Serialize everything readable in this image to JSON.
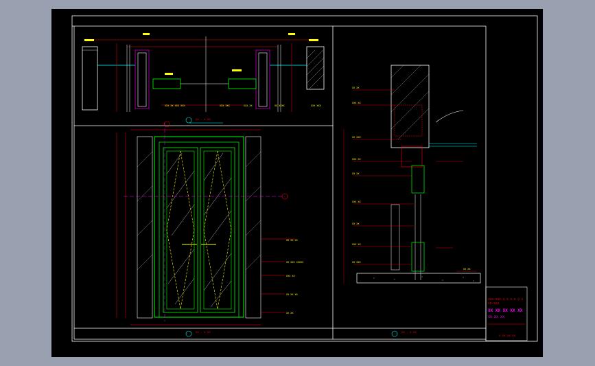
{
  "colors": {
    "background": "#99a1b1",
    "viewport": "#000000",
    "frame": "#ffffff",
    "wall": "#ffffff",
    "door_frame": "#00ff00",
    "glass_hatch": "#ffffff",
    "centerline": "#ff00ff",
    "dimension": "#ff0000",
    "label": "#ffff00",
    "title_magenta": "#ff00ff",
    "marker": "#00ffff"
  },
  "icons": {
    "section_marker": "circle-section-icon",
    "north_symbol": "elevation-symbol-icon"
  },
  "title_block": {
    "line1": "XXX-XXX-X X X X X X",
    "line2": "XX-XXX",
    "project": "XX XX XX XX XX",
    "drawing_no": "XX-XX  XX",
    "footer": "X XX XX XX"
  },
  "plan_title": "XX - X XX",
  "elevation_title": "XX - X XX",
  "section_title": "XX - X XX",
  "plan_labels": [
    "XXX XX XXX XXX",
    "XXX XXX",
    "XXX XX",
    "XX XXXX",
    "XXX XXX"
  ],
  "elevation_labels": [
    "XX XX  XX",
    "XX XXX XXXXX",
    "XXX XX",
    "XX XX  XX",
    "XX XX"
  ],
  "section_labels": [
    "XX XX",
    "XXX XX",
    "XX XXX",
    "XXX XX",
    "XX XX",
    "XXX XX",
    "XX XX",
    "XXX XX",
    "XX XXX",
    "XX XX"
  ]
}
